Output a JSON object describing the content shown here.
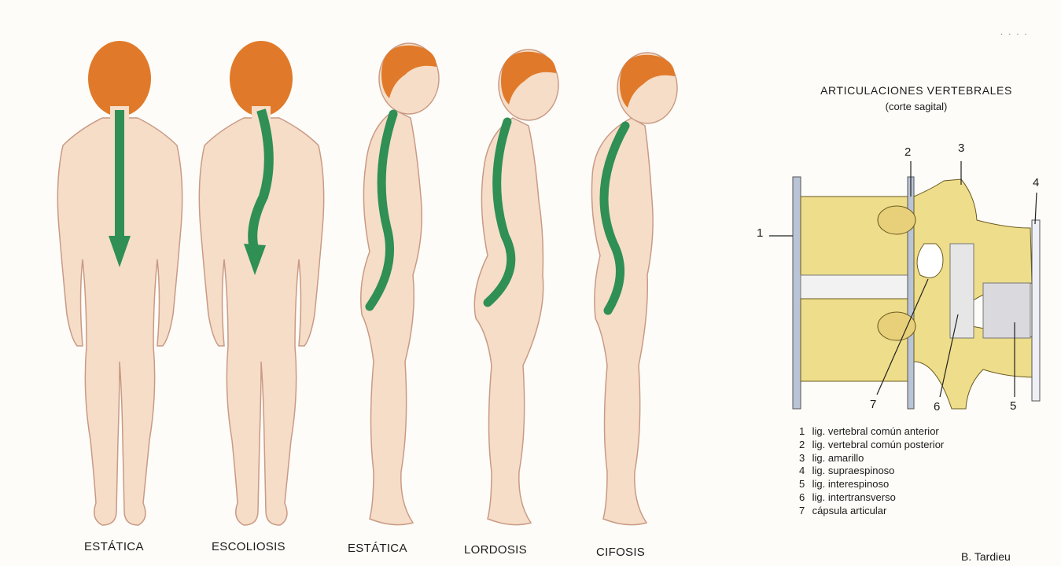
{
  "figures": [
    {
      "id": "back-estatica",
      "caption": "ESTÁTICA",
      "view": "back",
      "curve": "straight"
    },
    {
      "id": "back-escoliosis",
      "caption": "ESCOLIOSIS",
      "view": "back",
      "curve": "scoliosis"
    },
    {
      "id": "side-estatica",
      "caption": "ESTÁTICA",
      "view": "side",
      "curve": "normal"
    },
    {
      "id": "side-lordosis",
      "caption": "LORDOSIS",
      "view": "side",
      "curve": "lordosis"
    },
    {
      "id": "side-cifosis",
      "caption": "CIFOSIS",
      "view": "side",
      "curve": "kyphosis"
    }
  ],
  "articulation": {
    "title": "ARTICULACIONES VERTEBRALES",
    "subtitle": "(corte sagital)",
    "callout_numbers": [
      "1",
      "2",
      "3",
      "4",
      "5",
      "6",
      "7"
    ],
    "legend": [
      {
        "num": "1",
        "text": "lig. vertebral común anterior"
      },
      {
        "num": "2",
        "text": "lig. vertebral común posterior"
      },
      {
        "num": "3",
        "text": "lig. amarillo"
      },
      {
        "num": "4",
        "text": "lig. supraespinoso"
      },
      {
        "num": "5",
        "text": "lig. interespinoso"
      },
      {
        "num": "6",
        "text": "lig. intertransverso"
      },
      {
        "num": "7",
        "text": "cápsula articular"
      }
    ],
    "credit": "B. Tardieu"
  },
  "colors": {
    "skin": "#f6ddc7",
    "skin_outline": "#c99a85",
    "hair": "#e07a2a",
    "spine_arrow": "#2f8f55",
    "bone": "#eedd8a",
    "bone_dark": "#d6c363",
    "ligament": "#b9c4d6",
    "disc": "#f2f2f2"
  }
}
